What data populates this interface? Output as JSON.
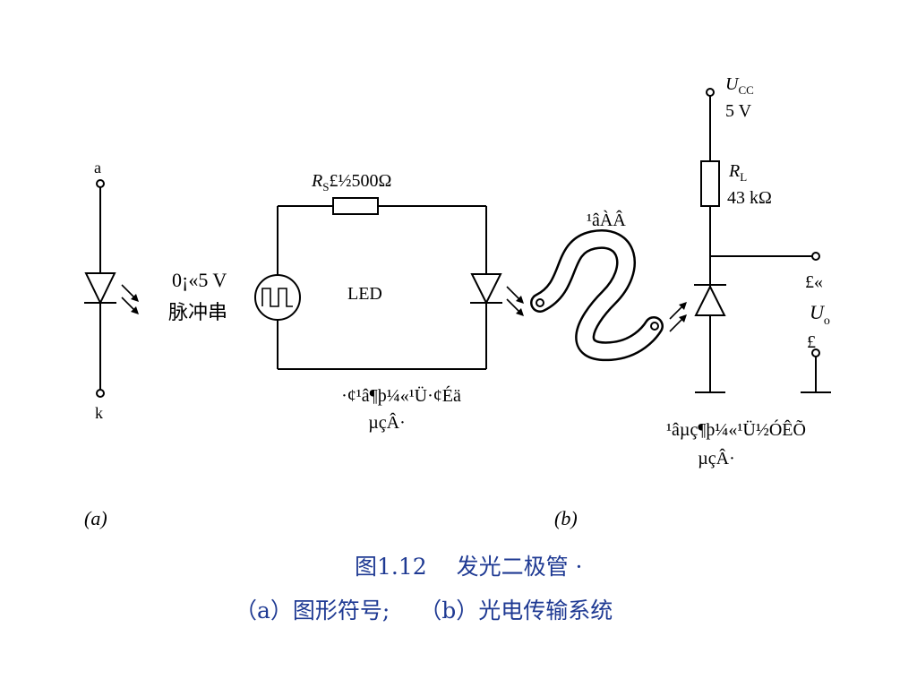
{
  "diagram_a": {
    "anode_label": "a",
    "cathode_label": "k",
    "sub_label": "(a)"
  },
  "diagram_b": {
    "source_line1": "0¡«5 V",
    "source_line2": "脉冲串",
    "rs_label_R": "R",
    "rs_label_sub": "S",
    "rs_label_rest": "£½500Ω",
    "led_label": "LED",
    "emitter_caption_line1": "·¢¹â¶þ¼«¹Ü·¢Éä",
    "emitter_caption_line2": "µçÂ·",
    "fiber_label": "¹âÀÂ",
    "ucc_U": "U",
    "ucc_sub": "CC",
    "ucc_value": "5 V",
    "rl_R": "R",
    "rl_sub": "L",
    "rl_value": "43 kΩ",
    "out_plus": "£«",
    "out_U": "U",
    "out_sub": "o",
    "out_minus": "£­",
    "receiver_caption_line1": "¹âµç¶þ¼«¹Ü½ÓÊÕ",
    "receiver_caption_line2": "µçÂ·",
    "sub_label": "(b)"
  },
  "caption": {
    "figure_title": "图1.12　 发光二极管 ·",
    "figure_subtitle": "（a）图形符号;　 （b）光电传输系统"
  },
  "colors": {
    "line": "#000000",
    "caption": "#1f3a93",
    "background": "#ffffff"
  }
}
